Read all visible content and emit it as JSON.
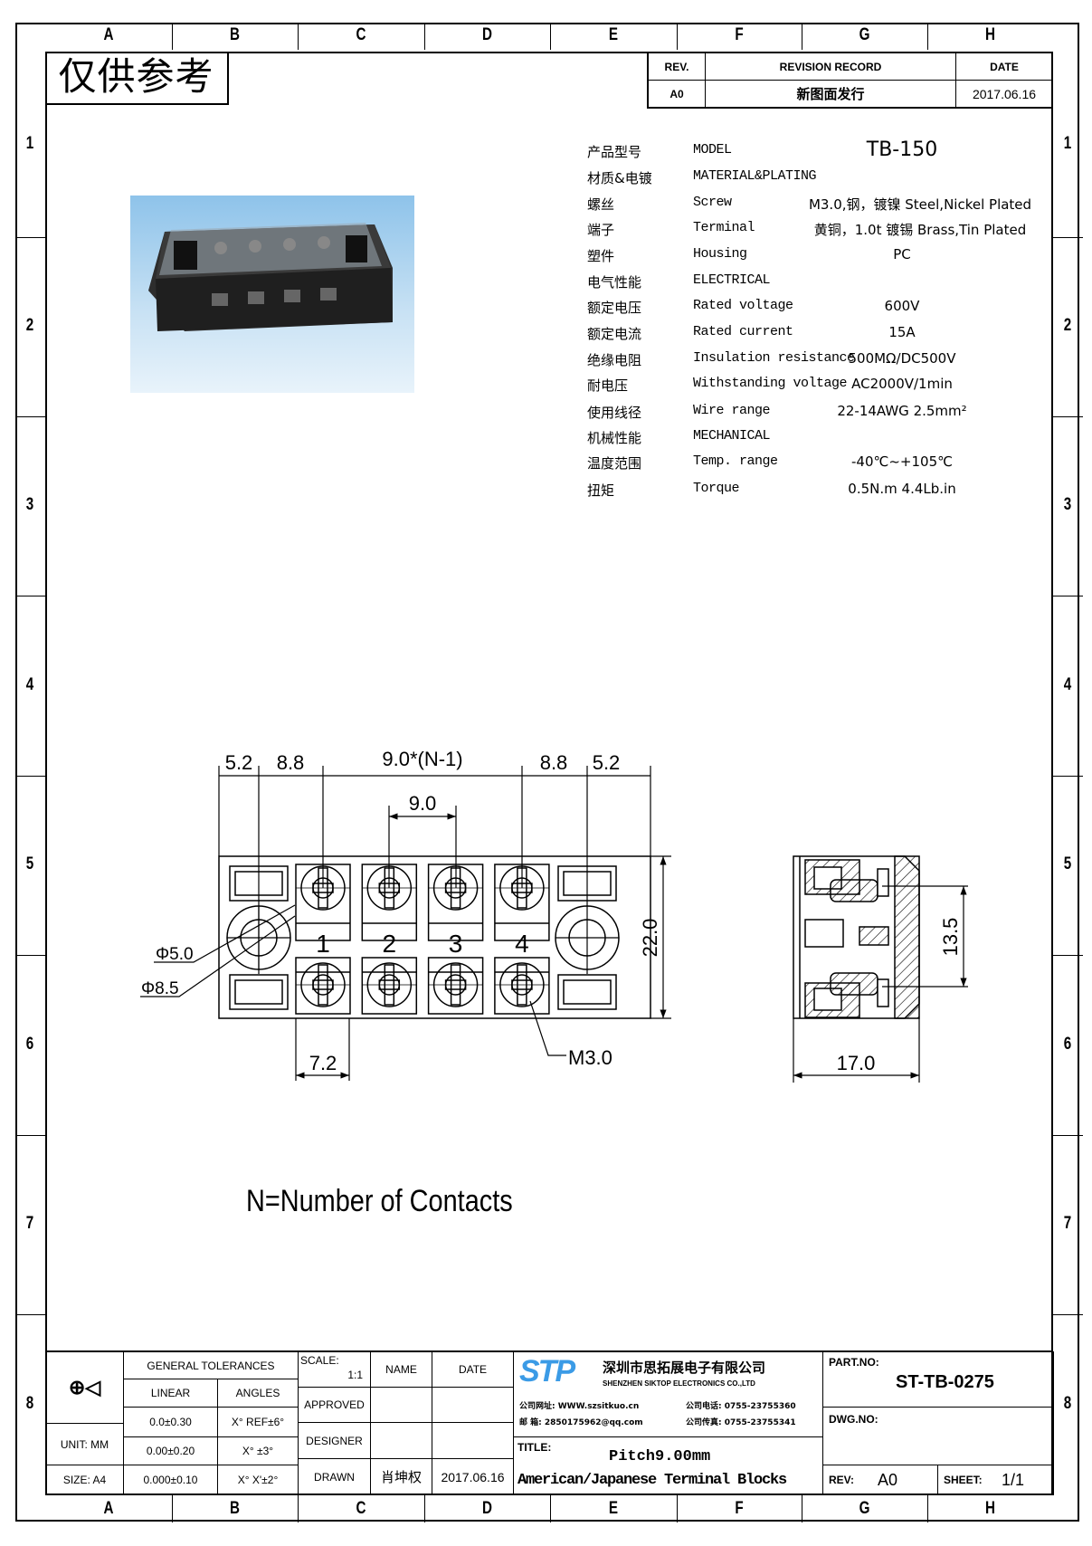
{
  "zones": {
    "columns": [
      "A",
      "B",
      "C",
      "D",
      "E",
      "F",
      "G",
      "H"
    ],
    "rows": [
      "1",
      "2",
      "3",
      "4",
      "5",
      "6",
      "7",
      "8"
    ]
  },
  "stamp": "仅供参考",
  "revision": {
    "headers": {
      "rev": "REV.",
      "record": "REVISION RECORD",
      "date": "DATE"
    },
    "row": {
      "rev": "A0",
      "record": "新图面发行",
      "date": "2017.06.16"
    }
  },
  "specs": [
    {
      "cn": "产品型号",
      "en": "MODEL",
      "value": "TB-150"
    },
    {
      "cn": "材质&电镀",
      "en": "MATERIAL&PLATING",
      "value": ""
    },
    {
      "cn": "螺丝",
      "en": "Screw",
      "value": "M3.0,钢，镀镍 Steel,Nickel Plated"
    },
    {
      "cn": "端子",
      "en": "Terminal",
      "value": "黄铜，1.0t 镀锡 Brass,Tin Plated"
    },
    {
      "cn": "塑件",
      "en": "Housing",
      "value": "PC"
    },
    {
      "cn": "电气性能",
      "en": "ELECTRICAL",
      "value": ""
    },
    {
      "cn": "额定电压",
      "en": "Rated voltage",
      "value": "600V"
    },
    {
      "cn": "额定电流",
      "en": "Rated current",
      "value": "15A"
    },
    {
      "cn": "绝缘电阻",
      "en": "Insulation resistance",
      "value": "500MΩ/DC500V"
    },
    {
      "cn": "耐电压",
      "en": "Withstanding voltage",
      "value": "AC2000V/1min"
    },
    {
      "cn": "使用线径",
      "en": "Wire range",
      "value": "22-14AWG 2.5mm²"
    },
    {
      "cn": "机械性能",
      "en": "MECHANICAL",
      "value": ""
    },
    {
      "cn": "温度范围",
      "en": "Temp. range",
      "value": "-40℃~+105℃"
    },
    {
      "cn": "扭矩",
      "en": "Torque",
      "value": "0.5N.m  4.4Lb.in"
    }
  ],
  "drawing": {
    "dims": {
      "d1": "5.2",
      "d2": "8.8",
      "d3": "9.0*(N-1)",
      "d4": "8.8",
      "d5": "5.2",
      "pitch": "9.0",
      "height": "22.0",
      "width_terminal": "7.2",
      "screw": "M3.0",
      "hole_inner": "Φ5.0",
      "hole_outer": "Φ8.5",
      "side_depth": "17.0",
      "side_pitch": "13.5"
    },
    "terminal_numbers": [
      "1",
      "2",
      "3",
      "4"
    ],
    "note": "N=Number of Contacts"
  },
  "title_block": {
    "general_tolerances": "GENERAL TOLERANCES",
    "linear": "LINEAR",
    "angles": "ANGLES",
    "tol_rows": [
      {
        "linear": "0.0±0.30",
        "angle": "X° REF±6°"
      },
      {
        "linear": "0.00±0.20",
        "angle": "X° ±3°"
      },
      {
        "linear": "0.000±0.10",
        "angle": "X° X'±2°"
      }
    ],
    "unit": "UNIT: MM",
    "size": "SIZE: A4",
    "scale_label": "SCALE:",
    "scale_value": "1:1",
    "name": "NAME",
    "date": "DATE",
    "approved": "APPROVED",
    "designer": "DESIGNER",
    "drawn": "DRAWN",
    "drawn_name": "肖坤权",
    "drawn_date": "2017.06.16",
    "company": {
      "logo": "STP",
      "name_cn": "深圳市思拓展电子有限公司",
      "name_en": "SHENZHEN SIKTOP ELECTRONICS CO.,LTD",
      "line1a": "公司网址: WWW.szsitkuo.cn",
      "line1b": "公司电话: 0755-23755360",
      "line2a": "邮    箱: 2850175962@qq.com",
      "line2b": "公司传真: 0755-23755341",
      "brand_color": "#3b9be6"
    },
    "title_label": "TITLE:",
    "title_line1": "Pitch9.00mm",
    "title_line2": "American/Japanese Terminal Blocks",
    "part_no_label": "PART.NO:",
    "part_no": "ST-TB-0275",
    "dwg_no_label": "DWG.NO:",
    "rev_label": "REV:",
    "rev": "A0",
    "sheet_label": "SHEET:",
    "sheet": "1/1"
  }
}
